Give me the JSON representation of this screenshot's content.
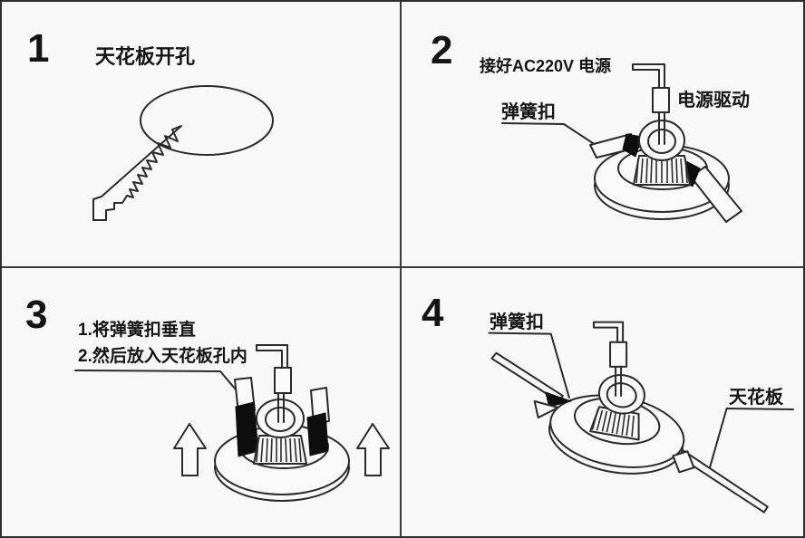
{
  "panels": {
    "p1": {
      "number": "1",
      "caption": "天花板开孔"
    },
    "p2": {
      "number": "2",
      "power_label": "接好AC220V 电源",
      "driver_label": "电源驱动",
      "clip_label": "弹簧扣"
    },
    "p3": {
      "number": "3",
      "step1": "1.将弹簧扣垂直",
      "step2": "2.然后放入天花板孔内"
    },
    "p4": {
      "number": "4",
      "clip_label": "弹簧扣",
      "ceiling_label": "天花板"
    }
  },
  "colors": {
    "line": "#2a2a2a",
    "black_fill": "#0e0e0e",
    "background": "#f8f8f8",
    "border": "#2e2e2e"
  }
}
